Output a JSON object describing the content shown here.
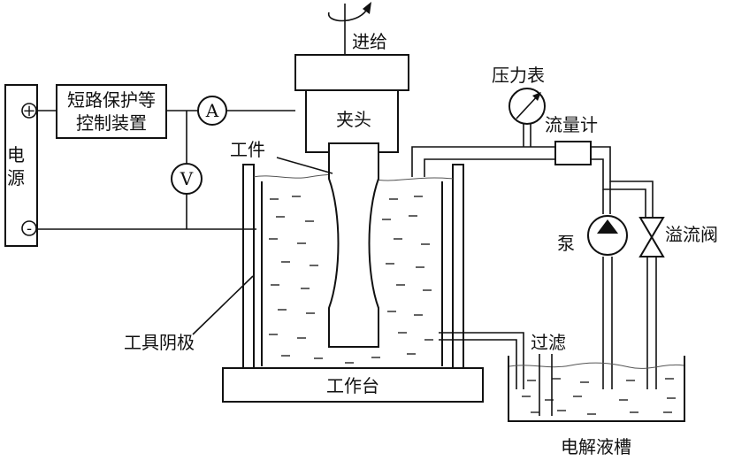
{
  "labels": {
    "power_source": "电源",
    "power_plus": "+",
    "power_minus": "-",
    "protection_line1": "短路保护等",
    "protection_line2": "控制装置",
    "ammeter": "A",
    "voltmeter": "V",
    "feed": "进给",
    "chuck": "夹头",
    "workpiece": "工件",
    "tool_cathode": "工具阴极",
    "worktable": "工作台",
    "pressure_gauge": "压力表",
    "flow_meter": "流量计",
    "pump": "泵",
    "relief_valve": "溢流阀",
    "filter": "过滤",
    "electrolyte_tank": "电解液槽"
  }
}
